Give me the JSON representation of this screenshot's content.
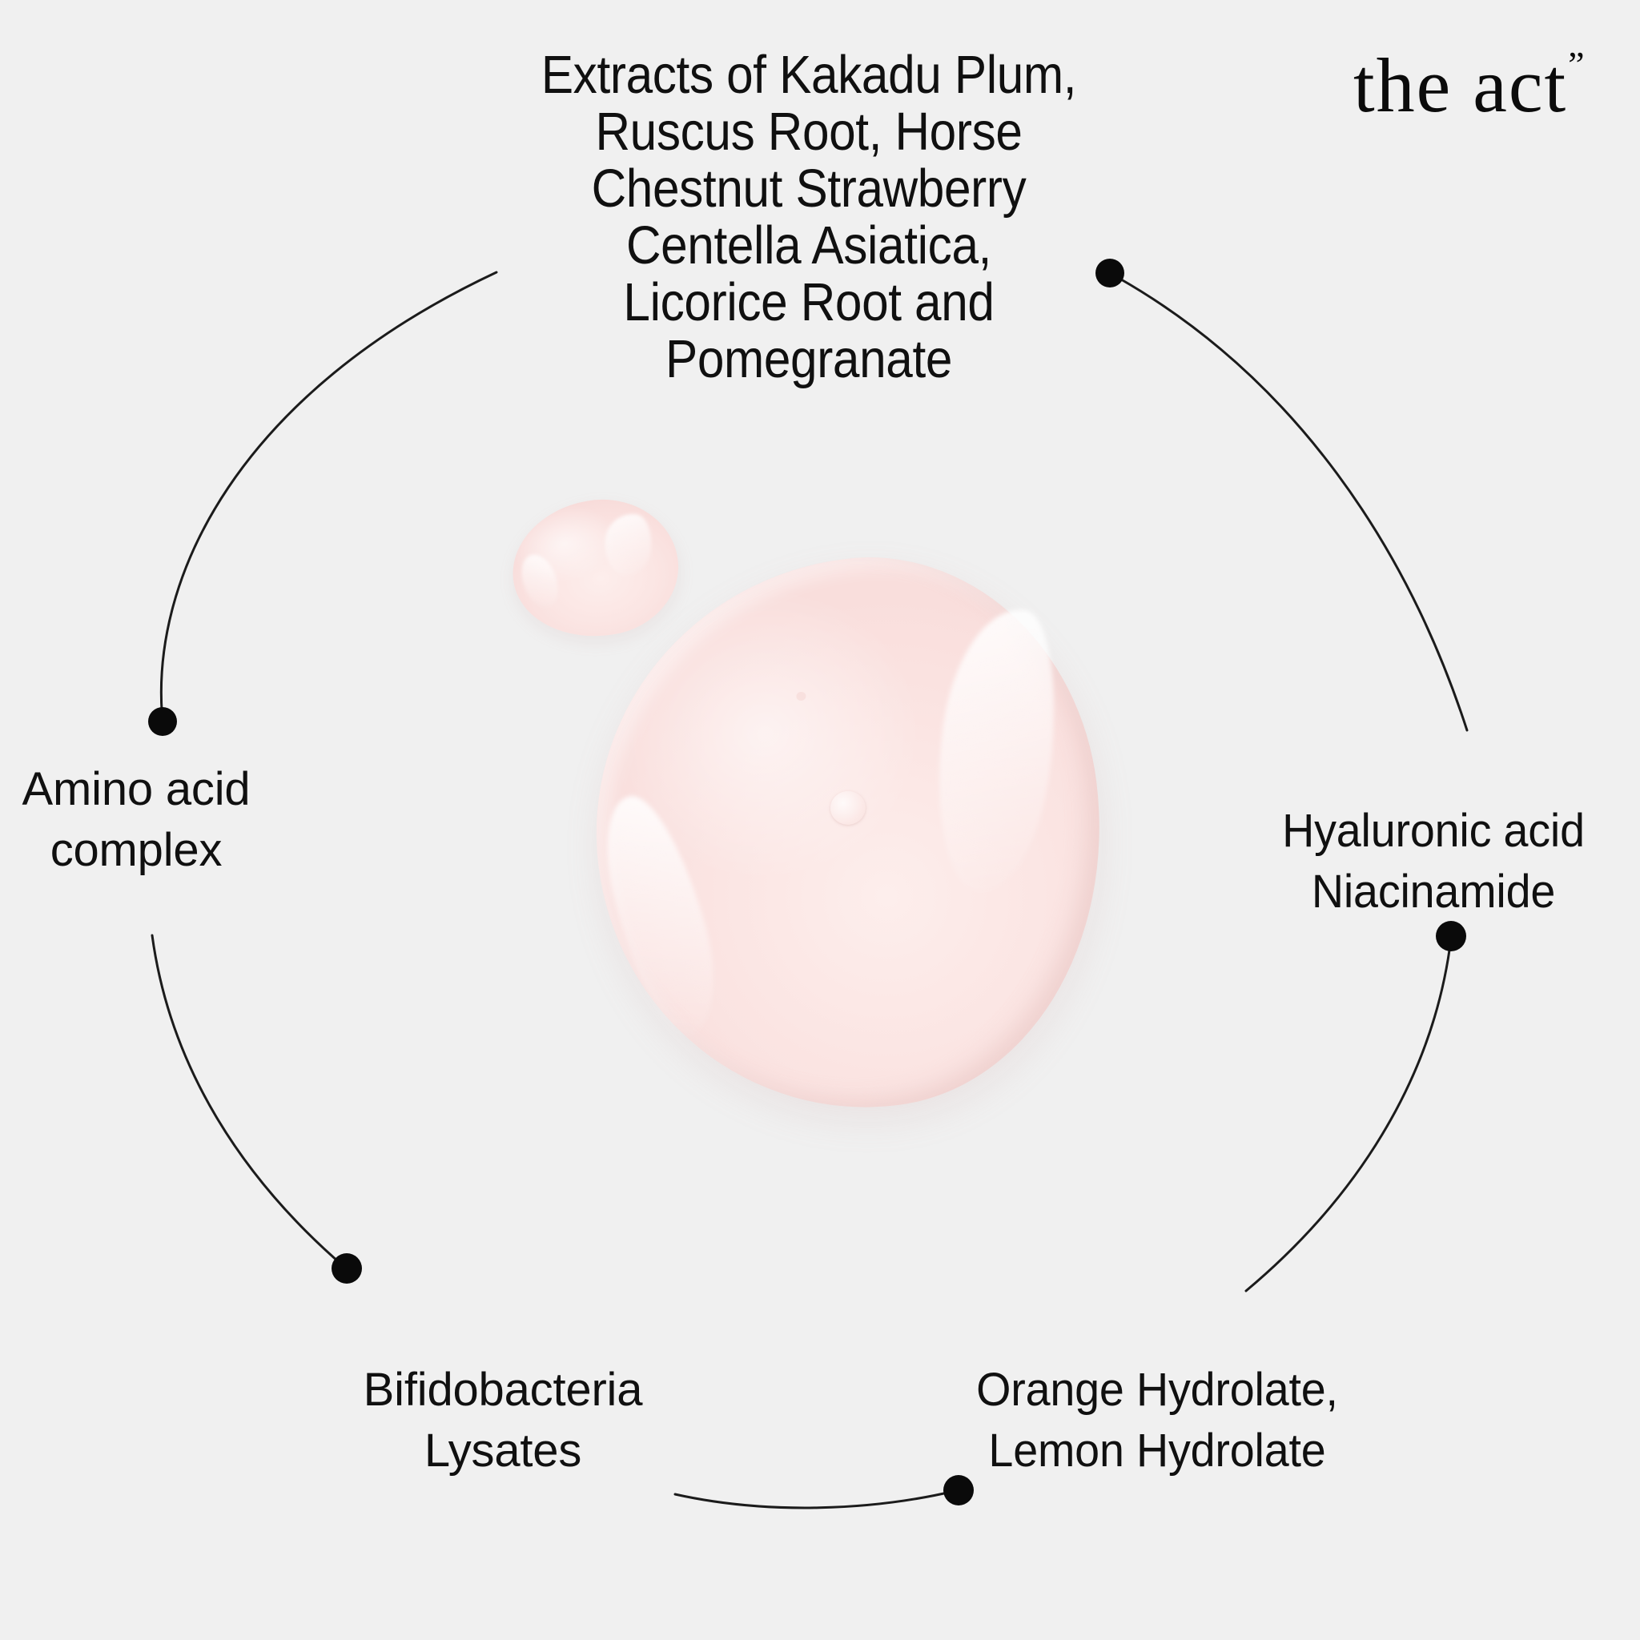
{
  "background_color": "#f0f0f0",
  "text_color": "#101010",
  "accent_color": "#0a0a0a",
  "serum_color": "#fbe5e3",
  "brand": {
    "name": "the act",
    "mark": "”"
  },
  "headline": {
    "name": "ingredient-headline",
    "lines": [
      "Extracts of Kakadu Plum,",
      "Ruscus Root, Horse",
      "Chestnut Strawberry",
      "Centella Asiatica,",
      "Licorice Root and",
      "Pomegranate"
    ]
  },
  "callouts": [
    {
      "id": "amino-acid-complex",
      "position": "left",
      "lines": [
        "Amino acid",
        "complex"
      ]
    },
    {
      "id": "hyaluronic-acid-niacinamide",
      "position": "right",
      "lines": [
        "Hyaluronic acid",
        "Niacinamide"
      ]
    },
    {
      "id": "bifidobacteria-lysates",
      "position": "bottom-left",
      "lines": [
        "Bifidobacteria",
        "Lysates"
      ]
    },
    {
      "id": "orange-lemon-hydrolate",
      "position": "bottom-right",
      "lines": [
        "Orange Hydrolate,",
        "Lemon Hydrolate"
      ]
    }
  ],
  "graphic": {
    "name": "pink-serum-droplet",
    "description": "large pink serum blob with small droplet"
  }
}
